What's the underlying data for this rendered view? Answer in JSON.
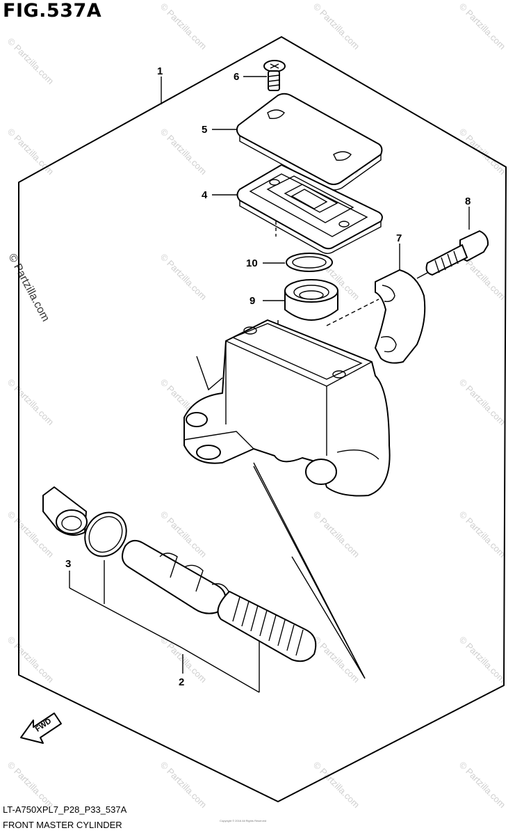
{
  "figure": {
    "title": "FIG.537A",
    "model_code": "LT-A750XPL7_P28_P33_537A",
    "caption": "FRONT MASTER CYLINDER",
    "fine_print": "Copyright © 2016 All Rights Reserved"
  },
  "watermark": {
    "text": "© Partzilla.com"
  },
  "fwd_label": "FWD",
  "callouts": [
    {
      "number": "1"
    },
    {
      "number": "2"
    },
    {
      "number": "3"
    },
    {
      "number": "4"
    },
    {
      "number": "5"
    },
    {
      "number": "6"
    },
    {
      "number": "7"
    },
    {
      "number": "8"
    },
    {
      "number": "9"
    },
    {
      "number": "10"
    }
  ]
}
